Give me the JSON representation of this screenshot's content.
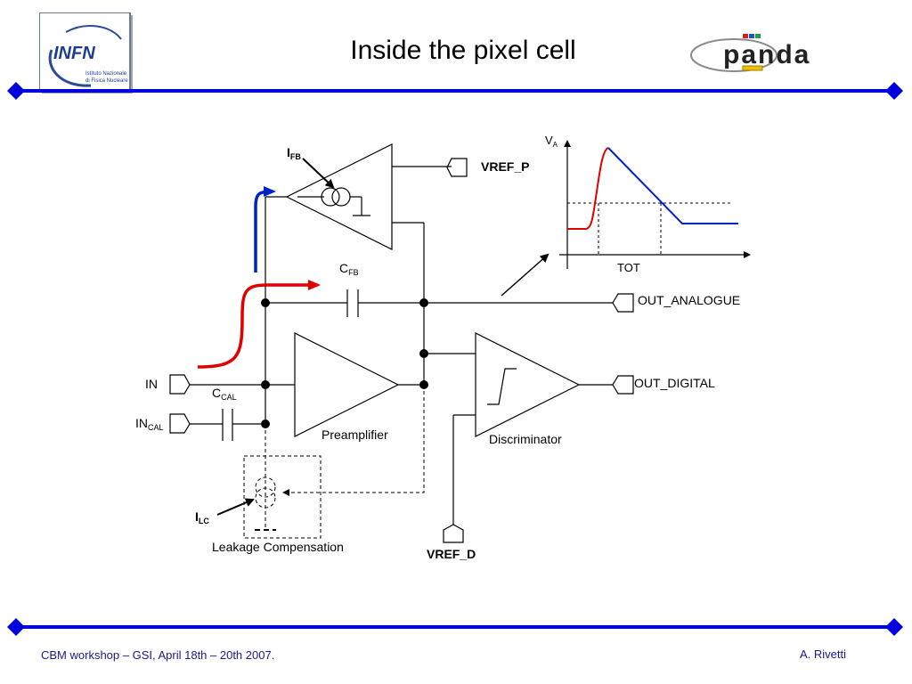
{
  "slide": {
    "title": "Inside the pixel cell",
    "footer_left": "CBM workshop – GSI, April 18th – 20th 2007.",
    "footer_right": "A. Rivetti"
  },
  "logos": {
    "infn_main": "INFN",
    "infn_sub1": "Istituto Nazionale",
    "infn_sub2": "di Fisica Nucleare",
    "panda": "panda"
  },
  "colors": {
    "rule": "#0000dd",
    "footer_text": "#1a1a8c",
    "charge_arrow": "#e00000",
    "feedback_arrow": "#0022cc"
  },
  "circuit": {
    "ifb_main": "I",
    "ifb_sub": "FB",
    "vref_p": "VREF_P",
    "cfb_main": "C",
    "cfb_sub": "FB",
    "out_analogue": "OUT_ANALOGUE",
    "in": "IN",
    "ccal_main": "C",
    "ccal_sub": "CAL",
    "incal_main": "IN",
    "incal_sub": "CAL",
    "preamplifier": "Preamplifier",
    "discriminator": "Discriminator",
    "out_digital": "OUT_DIGITAL",
    "ilc_main": "I",
    "ilc_sub": "LC",
    "leakage": "Leakage Compensation",
    "vref_d": "VREF_D"
  },
  "waveform": {
    "va_main": "V",
    "va_sub": "A",
    "tot": "TOT"
  }
}
